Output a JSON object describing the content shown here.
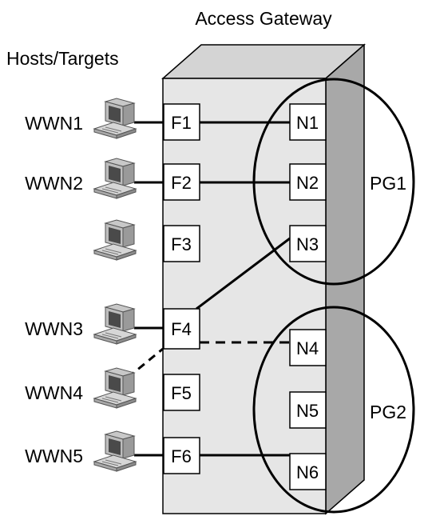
{
  "title": "Access Gateway",
  "hosts_heading": "Hosts/Targets",
  "f_ports": [
    "F1",
    "F2",
    "F3",
    "F4",
    "F5",
    "F6"
  ],
  "n_ports": [
    "N1",
    "N2",
    "N3",
    "N4",
    "N5",
    "N6"
  ],
  "port_groups": [
    "PG1",
    "PG2"
  ],
  "hosts": [
    {
      "wwn": "WWN1",
      "port": "F1",
      "link": "solid"
    },
    {
      "wwn": "WWN2",
      "port": "F2",
      "link": "solid"
    },
    {
      "wwn": "",
      "port": "F3",
      "link": "none"
    },
    {
      "wwn": "WWN3",
      "port": "F4",
      "link": "solid"
    },
    {
      "wwn": "WWN4",
      "port": "F4",
      "link": "dashed"
    },
    {
      "wwn": "WWN5",
      "port": "F6",
      "link": "solid"
    }
  ],
  "mappings": [
    {
      "from": "F1",
      "to": "N1",
      "style": "solid"
    },
    {
      "from": "F2",
      "to": "N2",
      "style": "solid"
    },
    {
      "from": "F4",
      "to": "N3",
      "style": "solid"
    },
    {
      "from": "F4",
      "to": "N4",
      "style": "dashed"
    },
    {
      "from": "F6",
      "to": "N6",
      "style": "solid"
    }
  ],
  "colors": {
    "box_front": "#e6e6e6",
    "box_top": "#d4d4d4",
    "box_side": "#a8a8a8",
    "port_fill": "#ffffff",
    "stroke": "#000000"
  },
  "icons": [
    "computer-icon"
  ]
}
